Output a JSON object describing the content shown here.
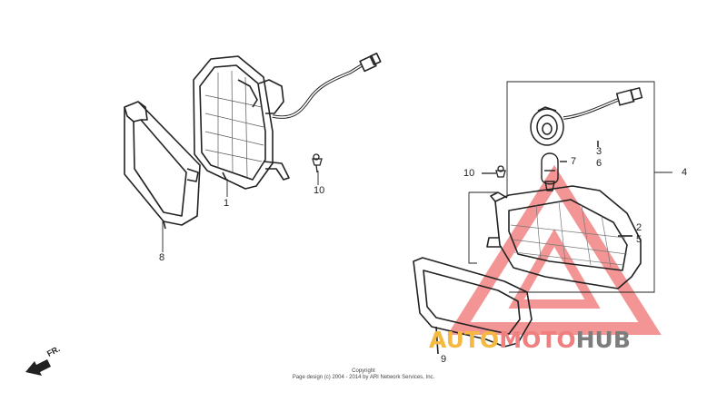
{
  "diagram": {
    "part_labels": {
      "p1": "1",
      "p2": "2",
      "p3": "3",
      "p4": "4",
      "p5": "5",
      "p6": "6",
      "p7": "7",
      "p8": "8",
      "p9": "9",
      "p10_left": "10",
      "p10_right": "10"
    },
    "front_indicator": "FR.",
    "copyright_line1": "Copyright",
    "copyright_line2": "Page design (c) 2004 - 2014 by ARI Network Services, Inc."
  },
  "watermark": {
    "brand_part1": "AUTO",
    "brand_part2": "MOTO",
    "brand_part3": "HUB",
    "colors": {
      "auto": "#f5b942",
      "moto": "#f07f7f",
      "hub": "#7d7d7d",
      "triangle": "#f28a8a"
    }
  }
}
